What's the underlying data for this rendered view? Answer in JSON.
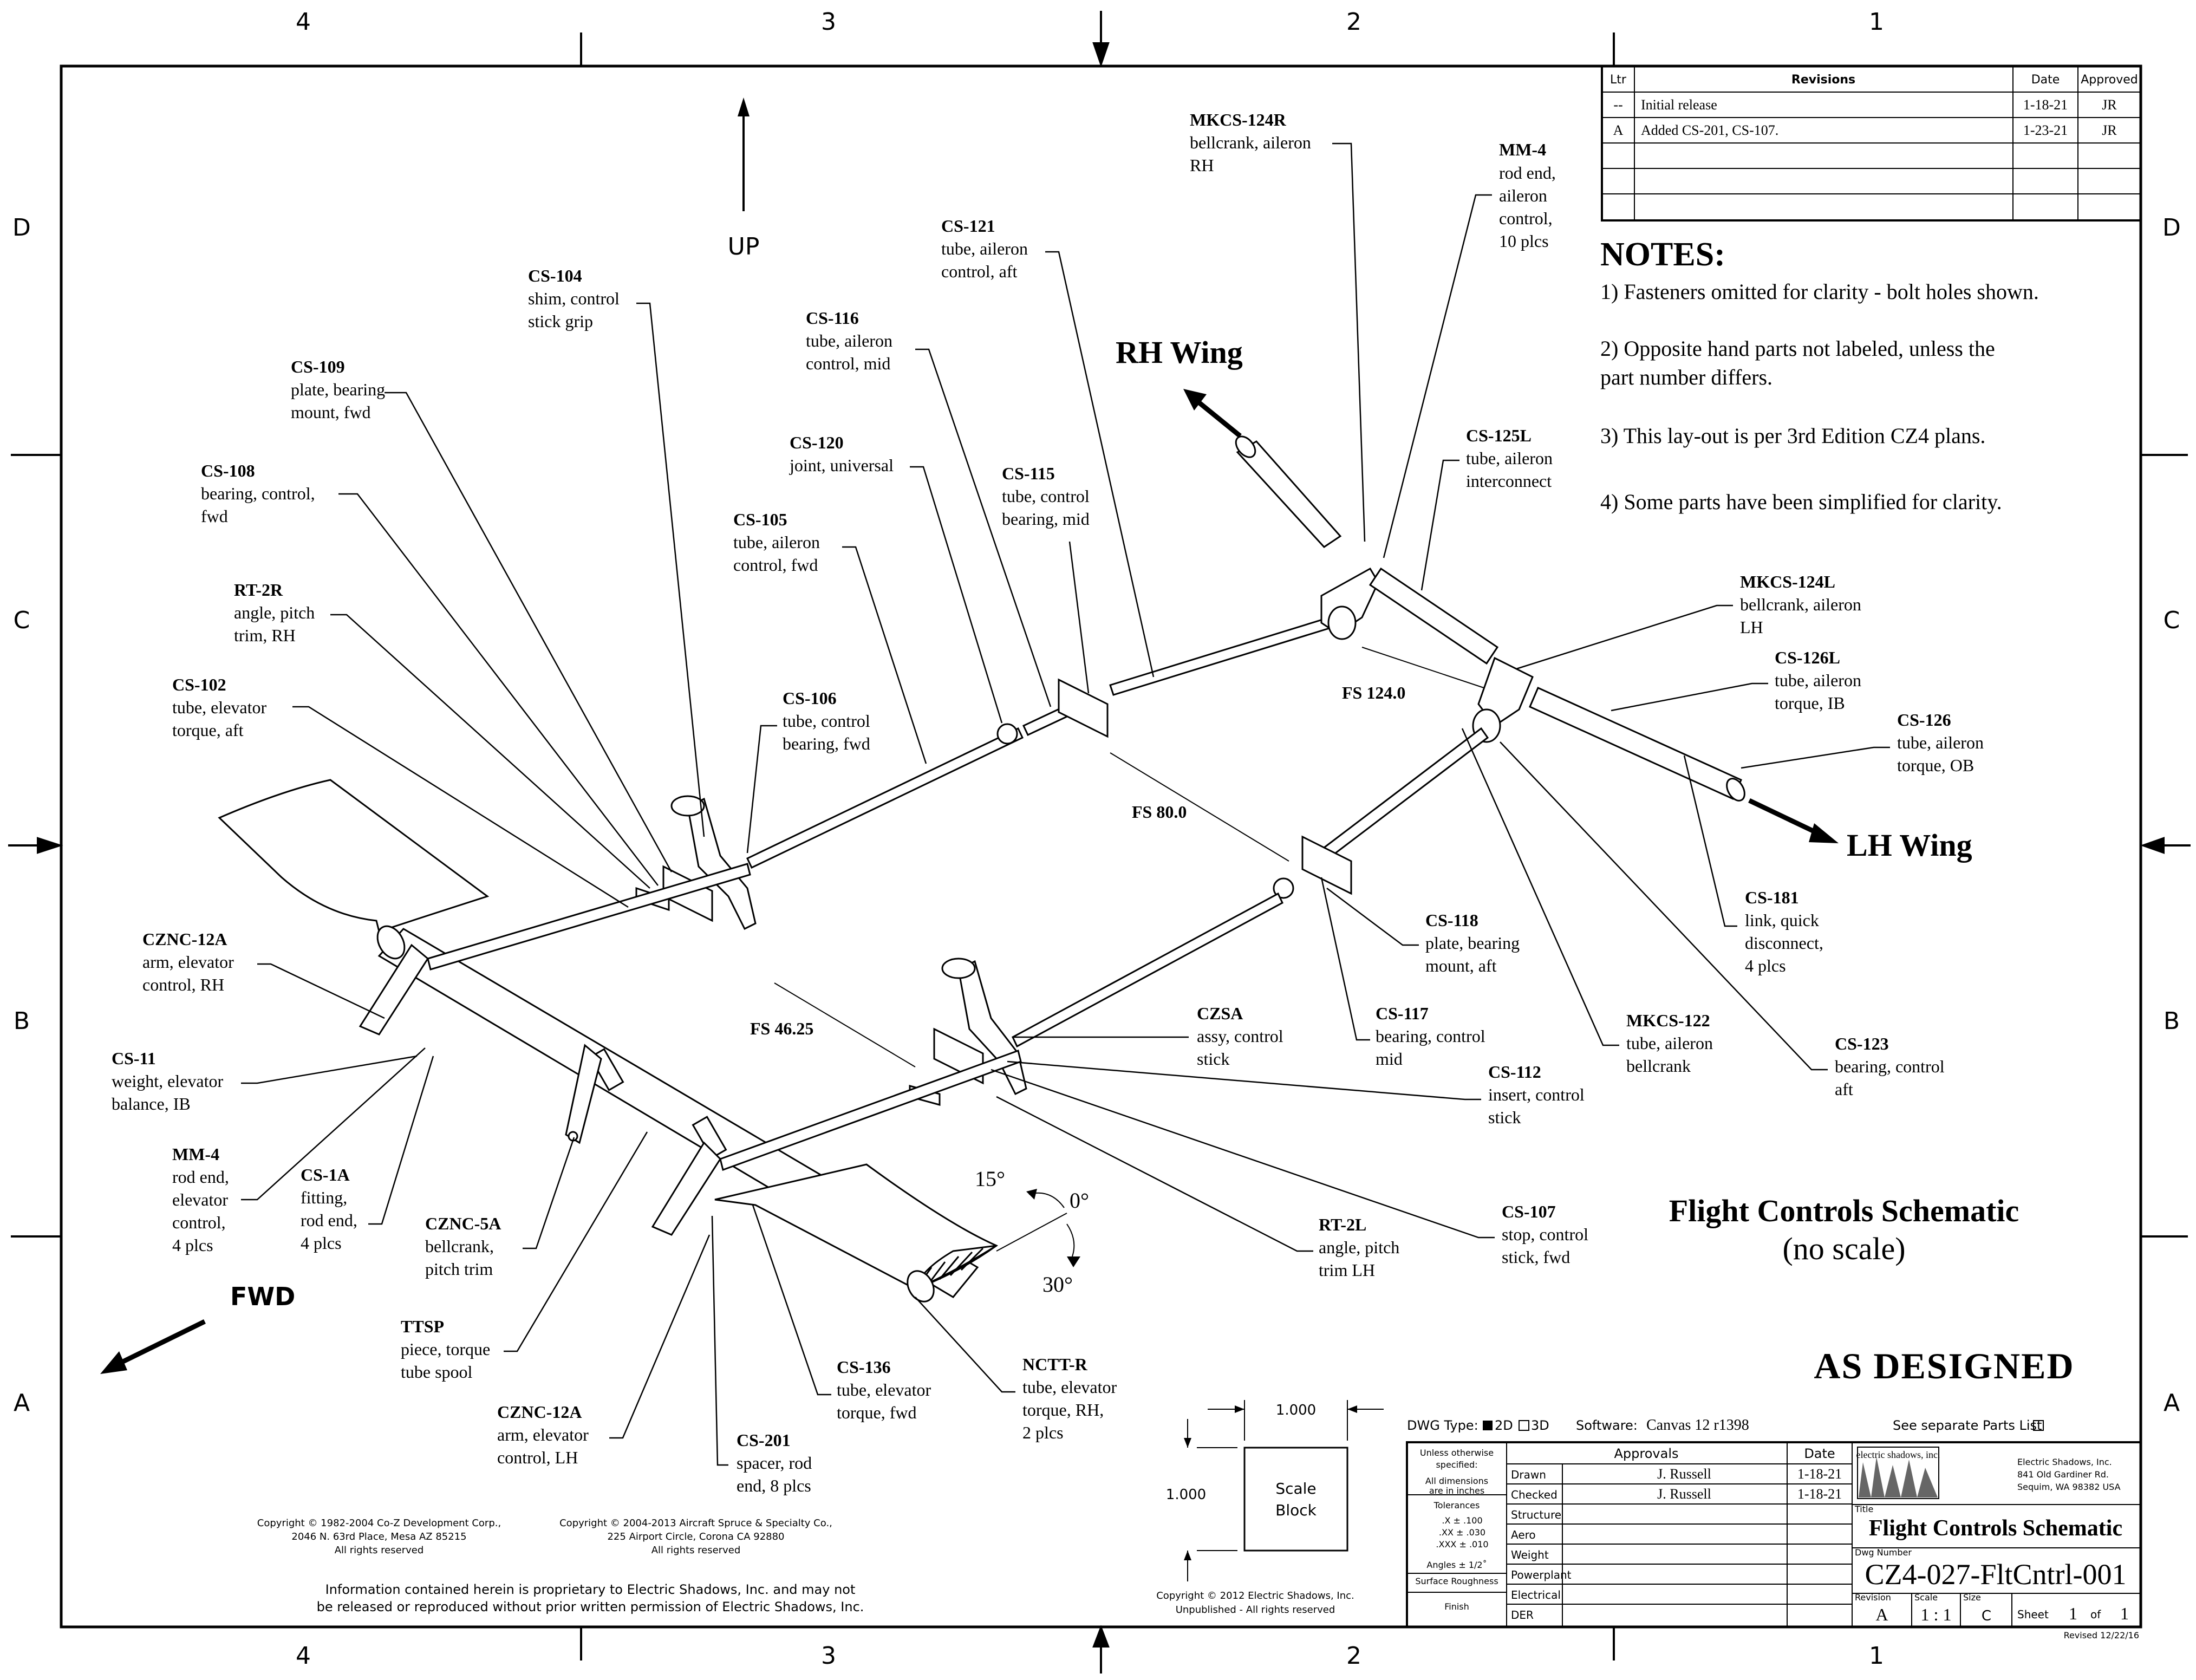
{
  "zones": {
    "columns": [
      "4",
      "3",
      "2",
      "1"
    ],
    "rows": [
      "D",
      "C",
      "B",
      "A"
    ]
  },
  "revisions": {
    "headers": [
      "Ltr",
      "Revisions",
      "Date",
      "Approved"
    ],
    "rows": [
      {
        "ltr": "--",
        "desc": "Initial release",
        "date": "1-18-21",
        "approved": "JR"
      },
      {
        "ltr": "A",
        "desc": "Added CS-201, CS-107.",
        "date": "1-23-21",
        "approved": "JR"
      }
    ]
  },
  "notes": {
    "title": "NOTES:",
    "items": [
      "1) Fasteners omitted for clarity - bolt holes shown.",
      "2) Opposite hand parts not labeled, unless the",
      "part number differs.",
      "3) This lay-out is per 3rd Edition CZ4 plans.",
      "4) Some parts have been simplified for clarity."
    ]
  },
  "directions": {
    "up": "UP",
    "fwd": "FWD",
    "rh_wing": "RH Wing",
    "lh_wing": "LH Wing"
  },
  "stations": {
    "fs124": "FS 124.0",
    "fs80": "FS 80.0",
    "fs46": "FS 46.25"
  },
  "angles": {
    "a15": "15°",
    "a0": "0°",
    "a30": "30°"
  },
  "parts": {
    "mkcs124r": {
      "pn": "MKCS-124R",
      "d": [
        "bellcrank, aileron",
        "RH"
      ]
    },
    "mm4_top": {
      "pn": "MM-4",
      "d": [
        "rod end,",
        "aileron",
        "control,",
        "10 plcs"
      ]
    },
    "cs121": {
      "pn": "CS-121",
      "d": [
        "tube, aileron",
        "control, aft"
      ]
    },
    "cs104": {
      "pn": "CS-104",
      "d": [
        "shim, control",
        "stick grip"
      ]
    },
    "cs116": {
      "pn": "CS-116",
      "d": [
        "tube, aileron",
        "control, mid"
      ]
    },
    "cs109": {
      "pn": "CS-109",
      "d": [
        "plate, bearing",
        "mount, fwd"
      ]
    },
    "cs120": {
      "pn": "CS-120",
      "d": [
        "joint, universal"
      ]
    },
    "cs108": {
      "pn": "CS-108",
      "d": [
        "bearing, control,",
        "fwd"
      ]
    },
    "cs115": {
      "pn": "CS-115",
      "d": [
        "tube, control",
        "bearing, mid"
      ]
    },
    "cs105": {
      "pn": "CS-105",
      "d": [
        "tube, aileron",
        "control, fwd"
      ]
    },
    "rt2r": {
      "pn": "RT-2R",
      "d": [
        "angle, pitch",
        "trim, RH"
      ]
    },
    "cs125l": {
      "pn": "CS-125L",
      "d": [
        "tube, aileron",
        "interconnect"
      ]
    },
    "mkcs124l": {
      "pn": "MKCS-124L",
      "d": [
        "bellcrank, aileron",
        "LH"
      ]
    },
    "cs126l": {
      "pn": "CS-126L",
      "d": [
        "tube, aileron",
        "torque, IB"
      ]
    },
    "cs126": {
      "pn": "CS-126",
      "d": [
        "tube, aileron",
        "torque, OB"
      ]
    },
    "cs102": {
      "pn": "CS-102",
      "d": [
        "tube, elevator",
        "torque, aft"
      ]
    },
    "cs106": {
      "pn": "CS-106",
      "d": [
        "tube, control",
        "bearing, fwd"
      ]
    },
    "cs181": {
      "pn": "CS-181",
      "d": [
        "link, quick",
        "disconnect,",
        "4 plcs"
      ]
    },
    "cs118": {
      "pn": "CS-118",
      "d": [
        "plate, bearing",
        "mount, aft"
      ]
    },
    "cznc12a_rh": {
      "pn": "CZNC-12A",
      "d": [
        "arm, elevator",
        "control, RH"
      ]
    },
    "czsa": {
      "pn": "CZSA",
      "d": [
        "assy, control",
        "stick"
      ]
    },
    "cs117": {
      "pn": "CS-117",
      "d": [
        "bearing, control",
        "mid"
      ]
    },
    "mkcs122": {
      "pn": "MKCS-122",
      "d": [
        "tube, aileron",
        "bellcrank"
      ]
    },
    "cs123": {
      "pn": "CS-123",
      "d": [
        "bearing, control",
        "aft"
      ]
    },
    "cs11": {
      "pn": "CS-11",
      "d": [
        "weight, elevator",
        "balance, IB"
      ]
    },
    "cs112": {
      "pn": "CS-112",
      "d": [
        "insert, control",
        "stick"
      ]
    },
    "mm4_bot": {
      "pn": "MM-4",
      "d": [
        "rod end,",
        "elevator",
        "control,",
        "4 plcs"
      ]
    },
    "cs1a": {
      "pn": "CS-1A",
      "d": [
        "fitting,",
        "rod end,",
        "4 plcs"
      ]
    },
    "cznc5a": {
      "pn": "CZNC-5A",
      "d": [
        "bellcrank,",
        "pitch trim"
      ]
    },
    "cs107": {
      "pn": "CS-107",
      "d": [
        "stop, control",
        "stick, fwd"
      ]
    },
    "rt2l": {
      "pn": "RT-2L",
      "d": [
        "angle, pitch",
        "trim LH"
      ]
    },
    "ttsp": {
      "pn": "TTSP",
      "d": [
        "piece, torque",
        "tube spool"
      ]
    },
    "cs136": {
      "pn": "CS-136",
      "d": [
        "tube, elevator",
        "torque, fwd"
      ]
    },
    "ncttr": {
      "pn": "NCTT-R",
      "d": [
        "tube, elevator",
        "torque, RH,",
        "2 plcs"
      ]
    },
    "cznc12a_lh": {
      "pn": "CZNC-12A",
      "d": [
        "arm, elevator",
        "control, LH"
      ]
    },
    "cs201": {
      "pn": "CS-201",
      "d": [
        "spacer, rod",
        "end, 8 plcs"
      ]
    }
  },
  "drawing_title": {
    "line1": "Flight Controls Schematic",
    "line2": "(no scale)"
  },
  "stamp": "AS DESIGNED",
  "scale_block": {
    "dim_h": "1.000",
    "dim_v": "1.000",
    "label_1": "Scale",
    "label_2": "Block"
  },
  "copyrights": {
    "c1_l1": "Copyright © 1982-2004 Co-Z Development Corp.,",
    "c1_l2": "2046 N. 63rd Place, Mesa AZ 85215",
    "c1_l3": "All rights reserved",
    "c2_l1": "Copyright © 2004-2013 Aircraft Spruce & Specialty Co.,",
    "c2_l2": "225 Airport Circle, Corona CA 92880",
    "c2_l3": "All rights reserved",
    "prop_l1": "Information contained herein is proprietary to Electric Shadows, Inc. and may not",
    "prop_l2": "be released or reproduced without prior written permission of Electric Shadows, Inc.",
    "es_l1": "Copyright © 2012 Electric Shadows, Inc.",
    "es_l2": "Unpublished - All rights reserved"
  },
  "titleblock": {
    "dwg_type_label": "DWG Type:",
    "dwg_2d": "2D",
    "dwg_3d": "3D",
    "software_label": "Software:",
    "software_value": "Canvas 12  r1398",
    "parts_list": "See separate Parts List",
    "unless": [
      "Unless otherwise",
      "specified:"
    ],
    "dims": [
      "All dimensions",
      "are in inches"
    ],
    "tolerances": "Tolerances",
    "tol_rows": [
      ".X ±  .100",
      ".XX ±  .030",
      ".XXX ±  .010"
    ],
    "angles": "Angles ±  1/2˚",
    "surface": "Surface Roughness",
    "finish": "Finish",
    "approvals": "Approvals",
    "date": "Date",
    "rows": [
      {
        "role": "Drawn",
        "name": "J. Russell",
        "date": "1-18-21"
      },
      {
        "role": "Checked",
        "name": "J. Russell",
        "date": "1-18-21"
      },
      {
        "role": "Structure",
        "name": "",
        "date": ""
      },
      {
        "role": "Aero",
        "name": "",
        "date": ""
      },
      {
        "role": "Weight",
        "name": "",
        "date": ""
      },
      {
        "role": "Powerplant",
        "name": "",
        "date": ""
      },
      {
        "role": "Electrical",
        "name": "",
        "date": ""
      },
      {
        "role": "DER",
        "name": "",
        "date": ""
      }
    ],
    "logo_text": "electric shadows, inc.",
    "company": [
      "Electric Shadows, Inc.",
      "841 Old Gardiner Rd.",
      "Sequim, WA 98382 USA"
    ],
    "title_label": "Title",
    "title": "Flight Controls Schematic",
    "dwg_number_label": "Dwg Number",
    "dwg_number": "CZ4-027-FltCntrl-001",
    "revision_label": "Revision",
    "revision": "A",
    "scale_label": "Scale",
    "scale": "1 : 1",
    "size_label": "Size",
    "size": "C",
    "sheet_label": "Sheet",
    "sheet": "1",
    "of_label": "of",
    "sheet_total": "1",
    "revised": "Revised 12/22/16"
  }
}
